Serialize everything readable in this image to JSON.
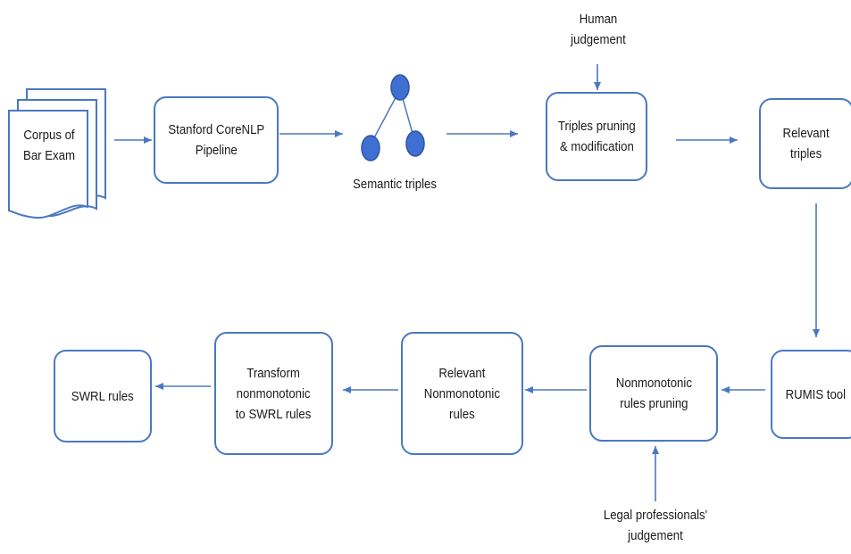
{
  "colors": {
    "line": "#4a78c2",
    "node": "#3f6fd1",
    "text": "#1a1a1a"
  },
  "nodes": {
    "corpus": "Corpus of\nBar Exam",
    "stanford": "Stanford CoreNLP\nPipeline",
    "semantic_triples": "Semantic triples",
    "human_judgement": "Human\njudgement",
    "triples_pruning": "Triples pruning\n& modification",
    "relevant_triples": "Relevant\ntriples",
    "rumis": "RUMIS tool",
    "nonmonotonic_pruning": "Nonmonotonic\nrules pruning",
    "legal_judgement": "Legal professionals'\njudgement",
    "relevant_nonmonotonic": "Relevant\nNonmonotonic\nrules",
    "transform": "Transform\nnonmonotonic\nto SWRL rules",
    "swrl": "SWRL rules"
  }
}
